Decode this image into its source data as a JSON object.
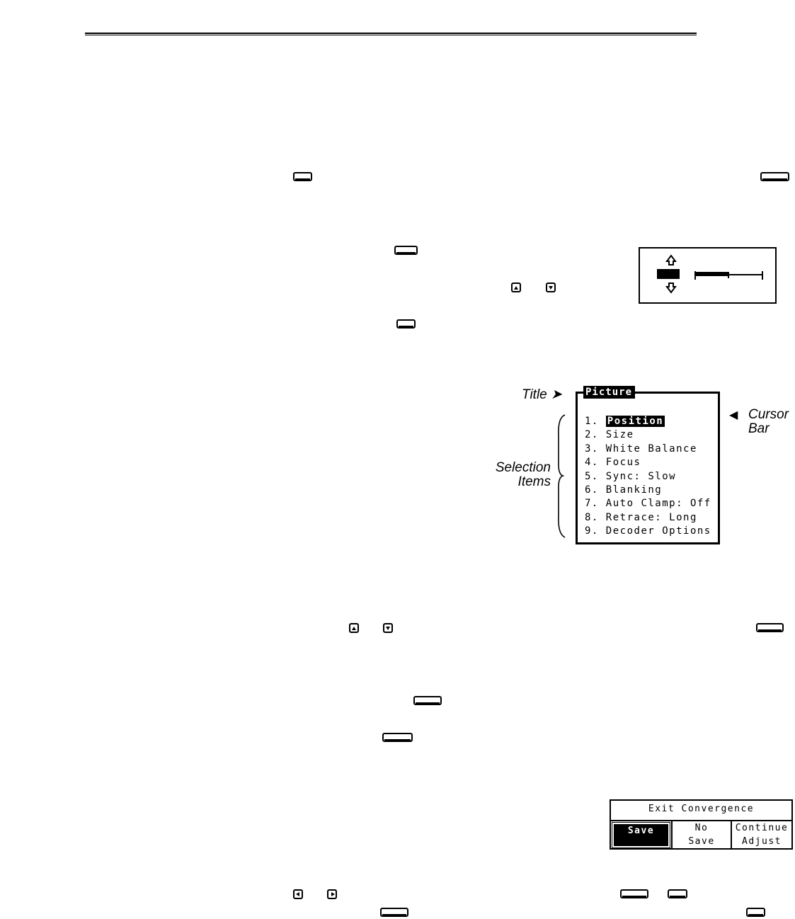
{
  "slider": {
    "fill_fraction": 0.5
  },
  "menu": {
    "title": "Picture",
    "items": [
      {
        "num": "1.",
        "label": "Position",
        "selected": true
      },
      {
        "num": "2.",
        "label": "Size"
      },
      {
        "num": "3.",
        "label": "White Balance"
      },
      {
        "num": "4.",
        "label": "Focus"
      },
      {
        "num": "5.",
        "label": "Sync: Slow"
      },
      {
        "num": "6.",
        "label": "Blanking"
      },
      {
        "num": "7.",
        "label": "Auto Clamp: Off"
      },
      {
        "num": "8.",
        "label": "Retrace: Long"
      },
      {
        "num": "9.",
        "label": "Decoder Options"
      }
    ]
  },
  "callouts": {
    "title": "Title",
    "cursor_line1": "Cursor",
    "cursor_line2": "Bar",
    "selection_line1": "Selection",
    "selection_line2": "Items"
  },
  "exit_dialog": {
    "title": "Exit Convergence",
    "save": "Save",
    "no_save_line1": "No",
    "no_save_line2": "Save",
    "continue_line1": "Continue",
    "continue_line2": "Adjust"
  }
}
